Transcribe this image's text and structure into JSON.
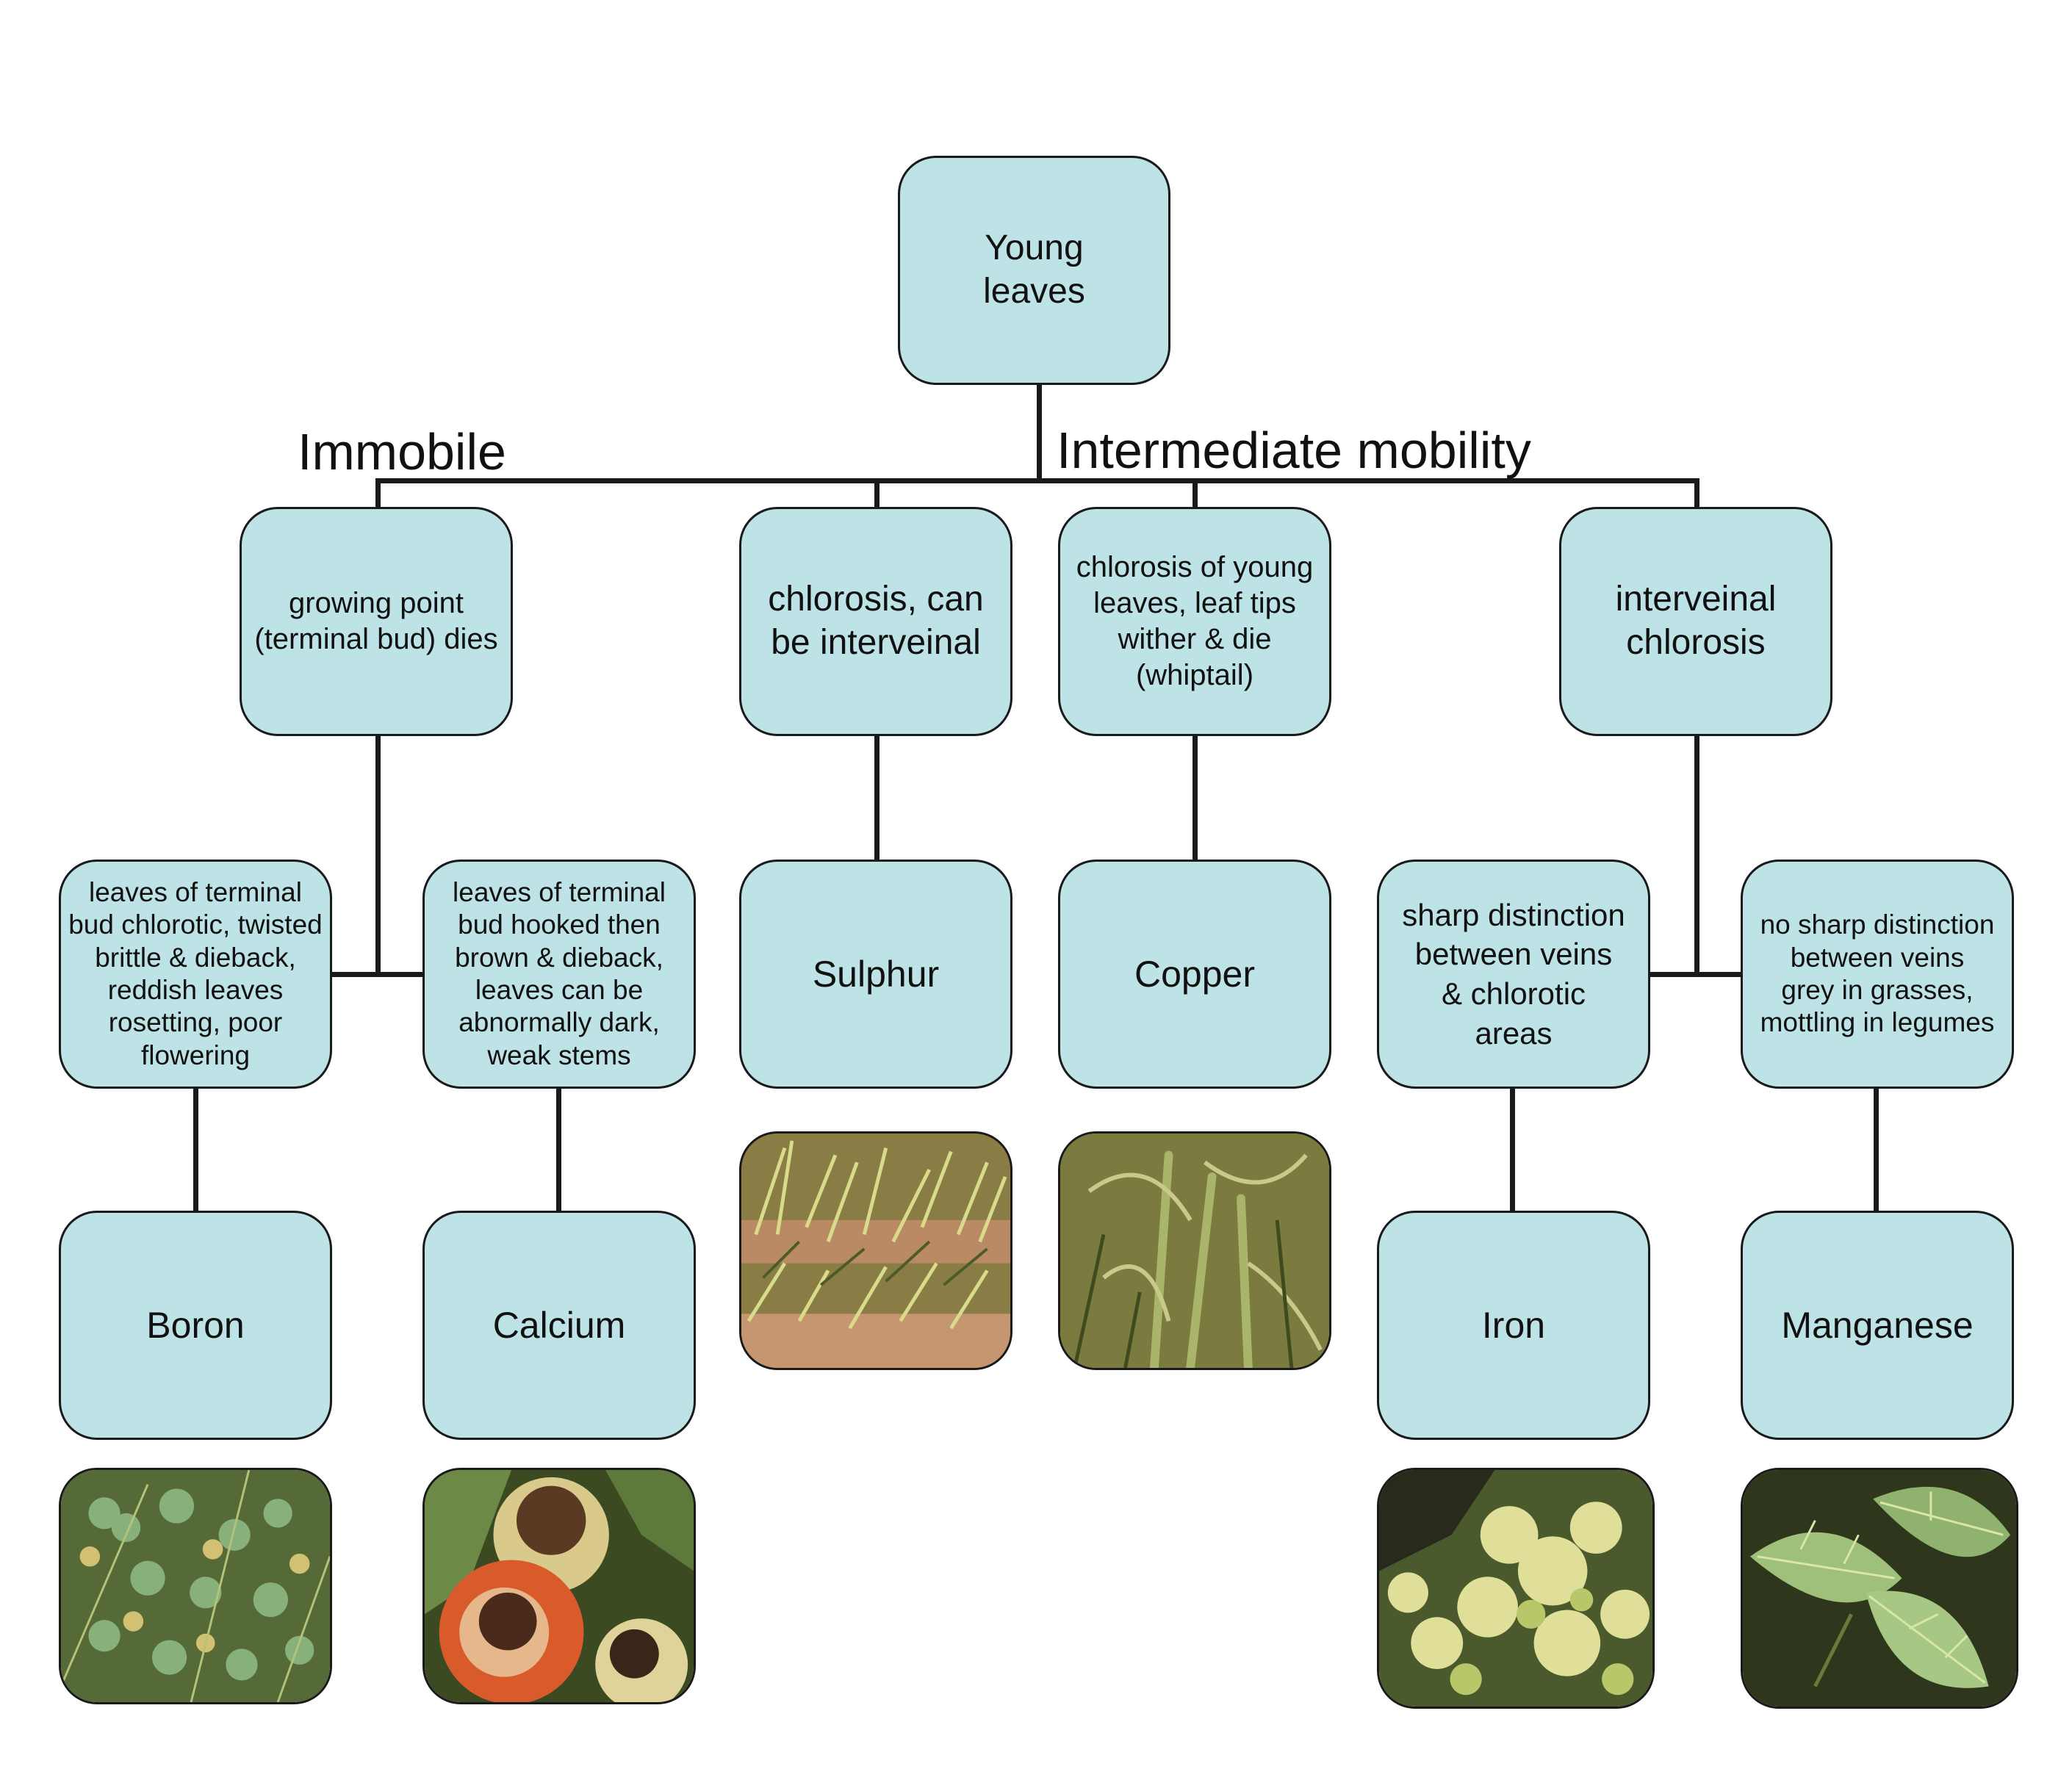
{
  "root": {
    "text": "Young\nleaves"
  },
  "group_labels": {
    "immobile": "Immobile",
    "intermediate": "Intermediate mobility"
  },
  "level1": {
    "growing_point": "growing point\n(terminal bud) dies",
    "chlorosis_interveinal": "chlorosis, can\nbe interveinal",
    "chlorosis_young": "chlorosis of young\nleaves, leaf tips\nwither & die\n(whiptail)",
    "interveinal_chlorosis": "interveinal\nchlorosis"
  },
  "level2": {
    "boron_symptom": "leaves of terminal\nbud chlorotic, twisted\nbrittle & dieback,\nreddish leaves\nrosetting, poor\nflowering",
    "calcium_symptom": "leaves of terminal\nbud hooked then\nbrown & dieback,\nleaves can be\nabnormally dark,\nweak stems",
    "sulphur": "Sulphur",
    "copper": "Copper",
    "iron_symptom": "sharp distinction\nbetween veins\n& chlorotic\nareas",
    "manganese_symptom": "no sharp distinction\nbetween veins\ngrey in grasses,\nmottling in legumes"
  },
  "nutrients": {
    "boron": "Boron",
    "calcium": "Calcium",
    "iron": "Iron",
    "manganese": "Manganese"
  },
  "photos": {
    "boron": "clover-leaves-photo",
    "calcium": "tomato-fruit-photo",
    "sulphur": "grass-field-photo",
    "copper": "cereal-plant-photo",
    "iron": "yellow-foliage-photo",
    "manganese": "soybean-leaf-photo"
  }
}
